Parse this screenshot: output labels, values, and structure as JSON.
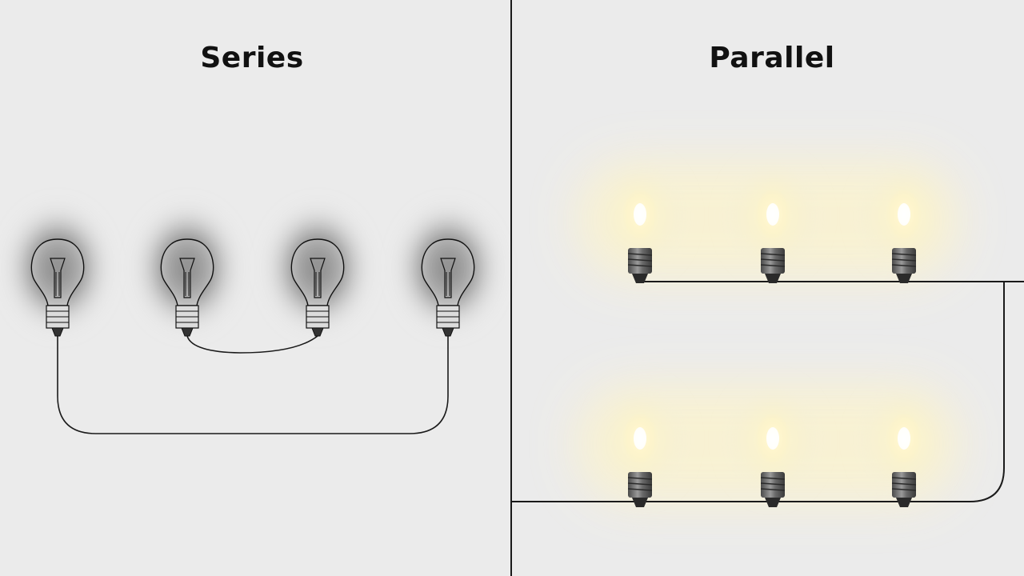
{
  "titles": {
    "series": "Series",
    "parallel": "Parallel"
  },
  "colors": {
    "background": "#ebebeb",
    "wire": "#1a1a1a",
    "dark_glow": "#3a3a3a",
    "lit_glow": "#fff6c8",
    "lit_core": "#fffbe6"
  },
  "series_bulbs": [
    "off",
    "off",
    "off",
    "off"
  ],
  "parallel_bulbs": {
    "top_row": [
      "on",
      "on",
      "on"
    ],
    "bottom_row": [
      "on",
      "on",
      "on"
    ]
  }
}
